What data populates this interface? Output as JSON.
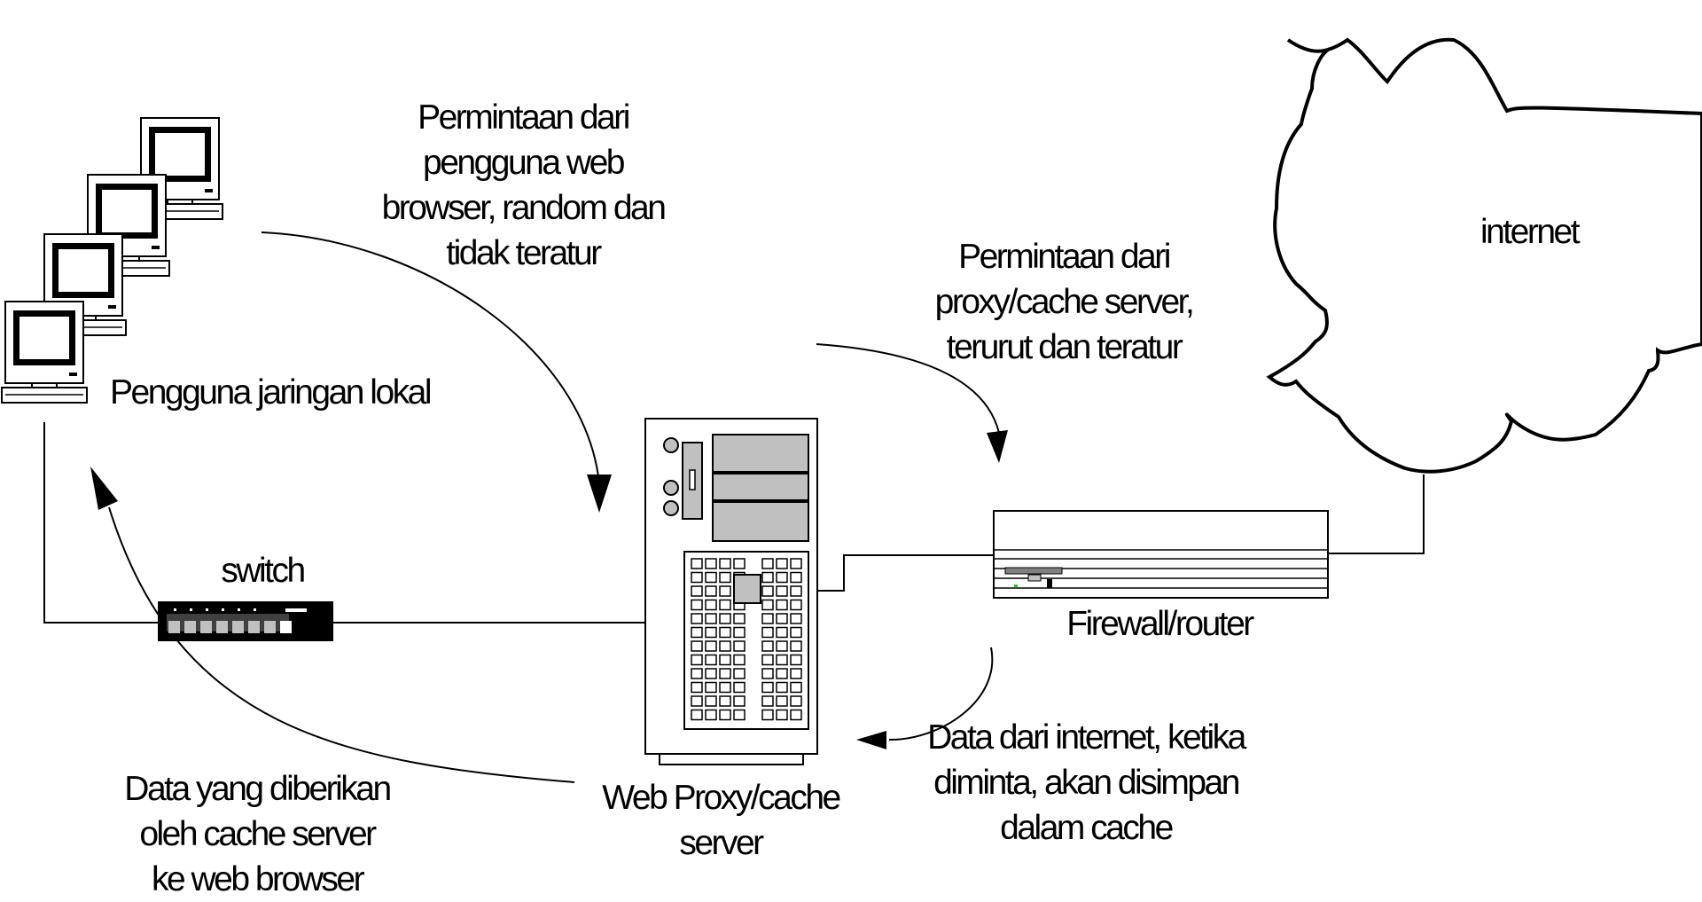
{
  "labels": {
    "request_users": [
      "Permintaan dari",
      "pengguna web",
      "browser, random dan",
      "tidak teratur"
    ],
    "request_proxy": [
      "Permintaan dari",
      "proxy/cache server,",
      "terurut dan teratur"
    ],
    "internet": "internet",
    "local_users": "Pengguna jaringan lokal",
    "switch": "switch",
    "firewall": "Firewall/router",
    "data_internet": [
      "Data dari internet, ketika",
      "diminta, akan disimpan",
      "dalam cache"
    ],
    "data_cache": [
      "Data yang diberikan",
      "oleh cache server",
      "ke web browser"
    ],
    "proxy_server": [
      "Web Proxy/cache",
      "server"
    ]
  },
  "icons": [
    "workstation-icon",
    "switch-icon",
    "server-icon",
    "router-icon",
    "cloud-icon"
  ],
  "colors": {
    "line": "#000000",
    "device_gray": "#c0c0c0",
    "screen": "#000000",
    "led": "#22cc22"
  }
}
